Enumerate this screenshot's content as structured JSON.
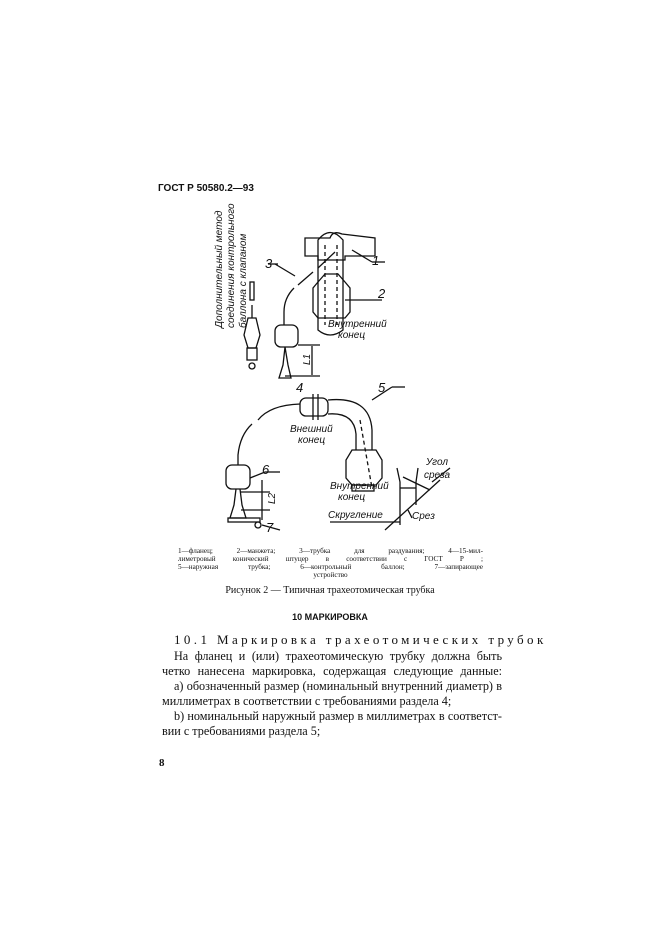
{
  "header": "ГОСТ Р 50580.2—93",
  "figure": {
    "rotated_note": [
      "Дополнительный метод",
      "соединения контрольного",
      "баллона с клапаном"
    ],
    "labels": {
      "n1": "1",
      "n2": "2",
      "n3": "3",
      "n4": "4",
      "n5": "5",
      "n6": "6",
      "n7": "7",
      "l1": "L1",
      "l2": "L2",
      "inner_end_top": [
        "Внутренний",
        "конец"
      ],
      "outer_end": [
        "Внешний",
        "конец"
      ],
      "inner_end_bottom": [
        "Внутренний",
        "конец"
      ],
      "bevel_angle": [
        "Угол",
        "среза"
      ],
      "rounding": "Скругление",
      "bevel": "Срез"
    },
    "legend": [
      "1—фланец; 2—манжета; 3—трубка для раздувания; 4—15-мил-",
      "лиметровый конический штуцер в соответствии с ГОСТ Р        ;",
      "5—наружная трубка; 6—контрольный баллон; 7—запирающее",
      "устройство"
    ],
    "caption": "Рисунок 2 — Типичная трахеотомическая трубка"
  },
  "section": {
    "title": "10 МАРКИРОВКА",
    "subtitle": "10.1 Маркировка трахеотомических трубок",
    "lines": [
      "На фланец и (или) трахеотомическую трубку   должна быть",
      "четко нанесена маркировка, содержащая следующие данные:",
      "а) обозначенный размер (номинальный внутренний диаметр) в",
      "миллиметрах в соответствии с требованиями раздела 4;",
      "b) номинальный наружный размер в миллиметрах в соответст-",
      "вии с требованиями раздела 5;"
    ]
  },
  "page_number": "8"
}
